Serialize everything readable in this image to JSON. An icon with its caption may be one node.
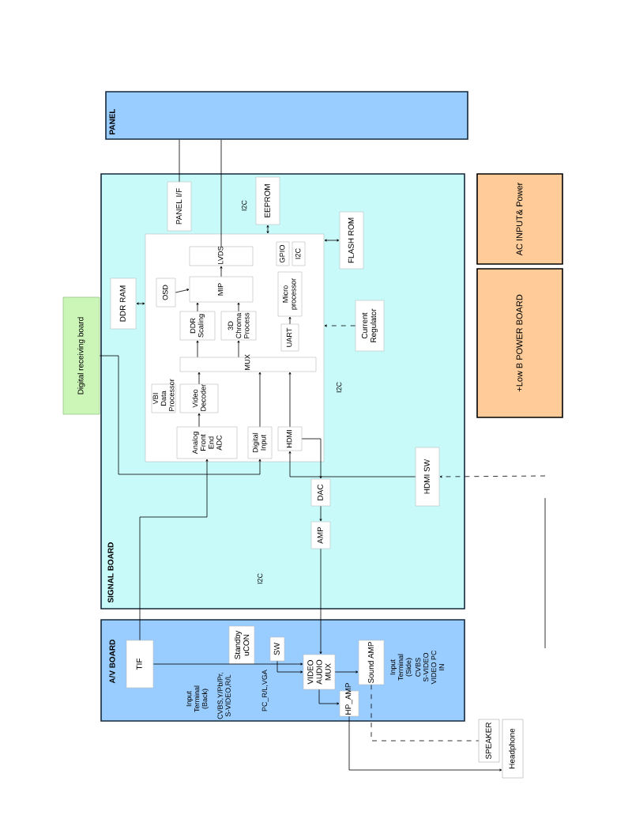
{
  "diagram": {
    "nodes": [
      {
        "text": [
          "PANEL"
        ]
      },
      {
        "text": [
          "SIGNAL BOARD"
        ]
      },
      {
        "text": [
          "PANEL I/F"
        ],
        "in": 1
      },
      {
        "text": [
          "EEPROM"
        ],
        "in": 1
      },
      {
        "text": [
          "FLASH ROM"
        ],
        "in": 1
      },
      {
        "text": [
          "DDR RAM"
        ],
        "in": 1
      },
      {
        "text": [],
        "shape": "box",
        "in": 1
      },
      {
        "text": [
          "LVDS"
        ],
        "in": 6
      },
      {
        "text": [
          "OSD"
        ],
        "in": 6
      },
      {
        "text": [
          "MIP"
        ],
        "in": 6
      },
      {
        "text": [
          "Micro processor"
        ],
        "in": 6
      },
      {
        "text": [
          "GPIO"
        ],
        "in": 6
      },
      {
        "text": [
          "I2C"
        ],
        "in": 6
      },
      {
        "text": [
          "DDR Scaling"
        ],
        "in": 6
      },
      {
        "text": [
          "3D Chroma Process"
        ],
        "in": 6
      },
      {
        "text": [
          "UART"
        ],
        "in": 6
      },
      {
        "text": [
          "MUX"
        ],
        "in": 6
      },
      {
        "text": [
          "VBI Data Processor"
        ],
        "in": 6
      },
      {
        "text": [
          "Video Decoder"
        ],
        "in": 6
      },
      {
        "text": [
          "Analog Front End ADC"
        ],
        "in": 6
      },
      {
        "text": [
          "Digital Input"
        ],
        "in": 6
      },
      {
        "text": [
          "HDMI"
        ],
        "in": 6
      },
      {
        "text": [
          "Current Regulator"
        ],
        "in": 1
      },
      {
        "text": [
          "HDMI SW"
        ],
        "in": 1
      },
      {
        "text": [
          "DAC"
        ],
        "in": 1
      },
      {
        "text": [
          "AMP"
        ],
        "in": 1
      },
      {
        "text": [
          "Digital receiving board"
        ]
      },
      {
        "text": [
          "AC INPUT& Power"
        ]
      },
      {
        "text": [
          "+Low B POWER BOARD"
        ]
      },
      {
        "text": [
          "A/V BOARD"
        ]
      },
      {
        "text": [
          "TIF"
        ],
        "in": 29
      },
      {
        "text": [
          "Standby uCON"
        ],
        "in": 29
      },
      {
        "text": [
          "SW"
        ],
        "in": 29
      },
      {
        "text": [
          "VIDEO AUDIO MUX"
        ],
        "in": 29
      },
      {
        "text": [
          "Sound AMP"
        ],
        "in": 29
      },
      {
        "text": [
          "HP_AMP"
        ],
        "in": 29
      },
      {
        "text": [
          "SPEAKER"
        ]
      },
      {
        "text": [
          "Headphone"
        ]
      }
    ],
    "edges": [
      {
        "from": 2,
        "to": 0,
        "arrow": "none"
      },
      {
        "from": 7,
        "to": 0,
        "arrow": "none"
      },
      {
        "from": 3,
        "to": 6,
        "arrow": "both"
      },
      {
        "from": 4,
        "to": 6,
        "arrow": "both"
      },
      {
        "from": 5,
        "to": 6,
        "arrow": "both"
      },
      {
        "from": 8,
        "to": 9,
        "arrow": "to"
      },
      {
        "from": 13,
        "to": 9,
        "arrow": "to"
      },
      {
        "from": 14,
        "to": 9,
        "arrow": "to"
      },
      {
        "from": 9,
        "to": 7,
        "arrow": "to"
      },
      {
        "from": 16,
        "to": 13,
        "arrow": "to"
      },
      {
        "from": 16,
        "to": 14,
        "arrow": "to"
      },
      {
        "from": 18,
        "to": 16,
        "arrow": "to"
      },
      {
        "from": 19,
        "to": 18,
        "arrow": "to"
      },
      {
        "from": 20,
        "to": 16,
        "arrow": "to"
      },
      {
        "from": 21,
        "to": 16,
        "arrow": "to"
      },
      {
        "from": 15,
        "to": 10,
        "arrow": "to"
      },
      {
        "from": 22,
        "to": 6,
        "arrow": "to",
        "style": "dashed"
      },
      {
        "from": 23,
        "to": 21,
        "arrow": "to"
      },
      {
        "from": 21,
        "to": 24,
        "arrow": "to"
      },
      {
        "from": 24,
        "to": 25,
        "arrow": "to"
      },
      {
        "from": 25,
        "to": 33,
        "arrow": "to"
      },
      {
        "from": 26,
        "to": 20,
        "arrow": "to"
      },
      {
        "from": 30,
        "to": 19,
        "arrow": "to"
      },
      {
        "from": 30,
        "to": 33,
        "arrow": "to"
      },
      {
        "from": 32,
        "to": 33,
        "arrow": "to"
      },
      {
        "from": 33,
        "to": 34,
        "arrow": "to"
      },
      {
        "from": 33,
        "to": 35,
        "arrow": "to"
      },
      {
        "from": 34,
        "to": 36,
        "arrow": "none",
        "style": "dashed"
      },
      {
        "from": 35,
        "to": 37,
        "arrow": "to"
      },
      {
        "from": null,
        "to": 23,
        "arrow": "to",
        "style": "dashed"
      }
    ],
    "labels": [
      "I2C",
      "I2C",
      "I2C",
      "Input Terminal (Back)",
      "CVBS,Y/Pb/Pr, S-VIDEO,R/L",
      "PC_R/L,VGA",
      "Input Terminal (Side)",
      "CVBS S-VIDEO VIDEO PC IN"
    ]
  }
}
